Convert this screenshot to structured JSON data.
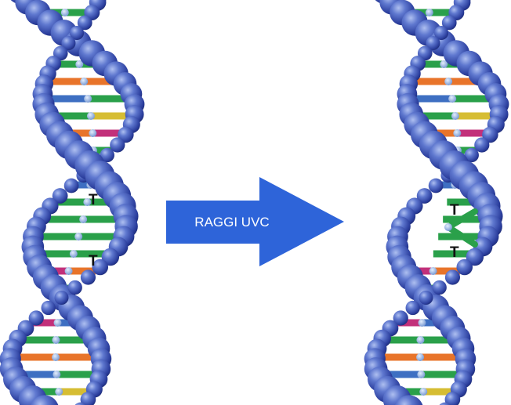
{
  "arrow": {
    "label": "RAGGI UVC",
    "color": "#2e64d9"
  },
  "left_helix": {
    "state": "normal",
    "highlighted_bases": [
      "T",
      "T"
    ]
  },
  "right_helix": {
    "state": "thymine dimer",
    "highlighted_bases": [
      "T",
      "T"
    ]
  },
  "colors": {
    "backbone_sphere": "#2c3f9e",
    "backbone_highlight": "#7f97e3",
    "joint": "#8fb4e8",
    "rung_green": "#2aa04a",
    "rung_orange": "#e8742a",
    "rung_yellow": "#d6bd33",
    "rung_magenta": "#c2307a",
    "rung_blue": "#3e6fc2"
  }
}
